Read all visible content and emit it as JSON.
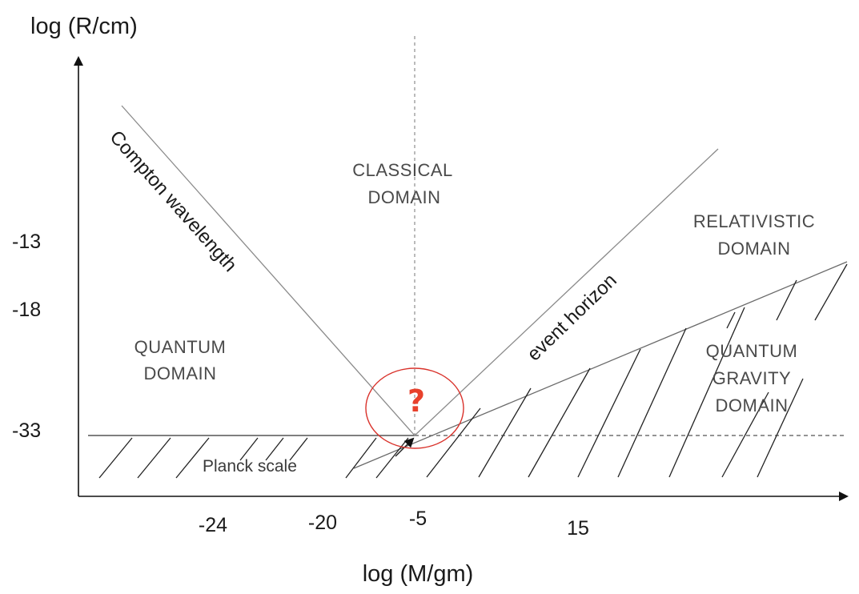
{
  "axes": {
    "y_title": "log (R/cm)",
    "x_title": "log (M/gm)",
    "y_ticks": [
      "-13",
      "-18",
      "-33"
    ],
    "x_ticks": [
      "-24",
      "-20",
      "-5",
      "15"
    ]
  },
  "curves": {
    "compton": "Compton wavelength",
    "horizon": "event horizon",
    "planck": "Planck scale"
  },
  "regions": {
    "classical": [
      "CLASSICAL",
      "DOMAIN"
    ],
    "quantum": [
      "QUANTUM",
      "DOMAIN"
    ],
    "relativistic": [
      "RELATIVISTIC",
      "DOMAIN"
    ],
    "quantum_gravity": [
      "QUANTUM",
      "GRAVITY",
      "DOMAIN"
    ]
  },
  "marker": {
    "text": "?",
    "color": "#e8412c"
  },
  "colors": {
    "axis": "#111111",
    "line": "#8a8a8a",
    "hatch": "#222222",
    "circle": "#d9322b"
  }
}
